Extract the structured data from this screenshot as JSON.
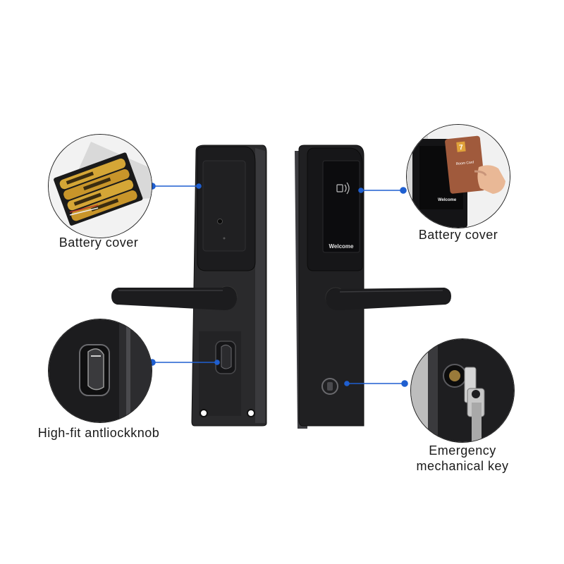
{
  "labels": {
    "top_left": "Battery  cover",
    "top_right": "Battery  cover",
    "bottom_left": "High-fit antliockknob",
    "bottom_right_line1": "Emergency",
    "bottom_right_line2": "mechanical key"
  },
  "panel_text": {
    "welcome": "Welcome",
    "card_brand": "7",
    "card_text": "Room Card"
  },
  "colors": {
    "lock_body": "#1b1b1d",
    "callout_line": "#1f5fd0",
    "callout_dot": "#1f5fd0",
    "circle_border": "#222222"
  },
  "icons": [
    "battery-pack-icon",
    "rfid-card-icon",
    "thumb-turn-knob-icon",
    "key-icon",
    "keyhole-icon",
    "nfc-wave-icon"
  ]
}
